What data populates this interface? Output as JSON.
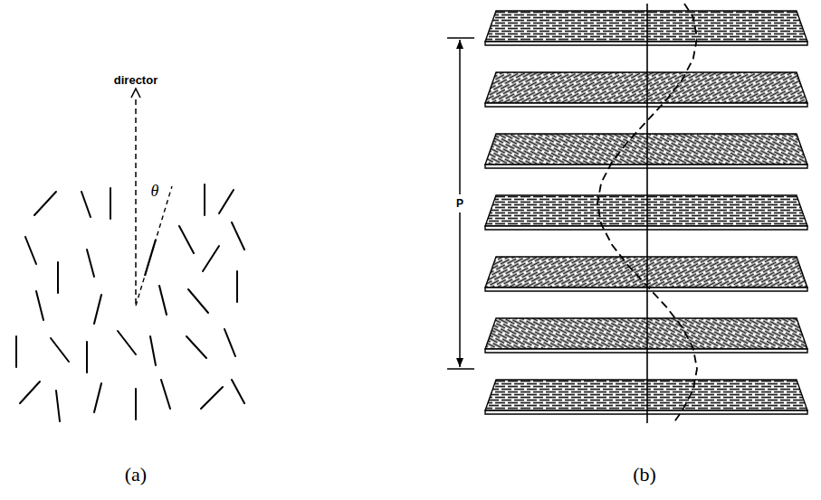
{
  "diagram": {
    "labels": [
      "director",
      "θ",
      "P",
      "(a)",
      "(b)"
    ]
  }
}
